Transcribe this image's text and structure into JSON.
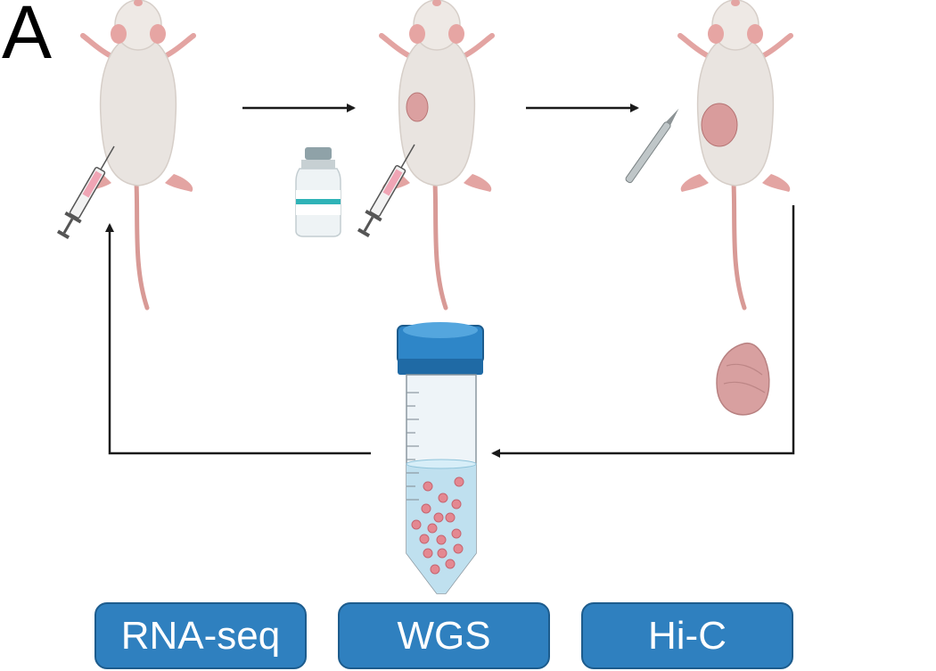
{
  "panel_label": "A",
  "buttons": {
    "rna_seq": "RNA-seq",
    "wgs": "WGS",
    "hic": "Hi-C"
  },
  "colors": {
    "button_fill": "#2f80bf",
    "mouse_body": "#e9e4e0",
    "mouse_pink": "#dfa3a0",
    "tumor": "#c98a8a",
    "tube_cap": "#2e86c8",
    "tube_liquid": "#bfe0ef",
    "cells": "#e07a84"
  }
}
